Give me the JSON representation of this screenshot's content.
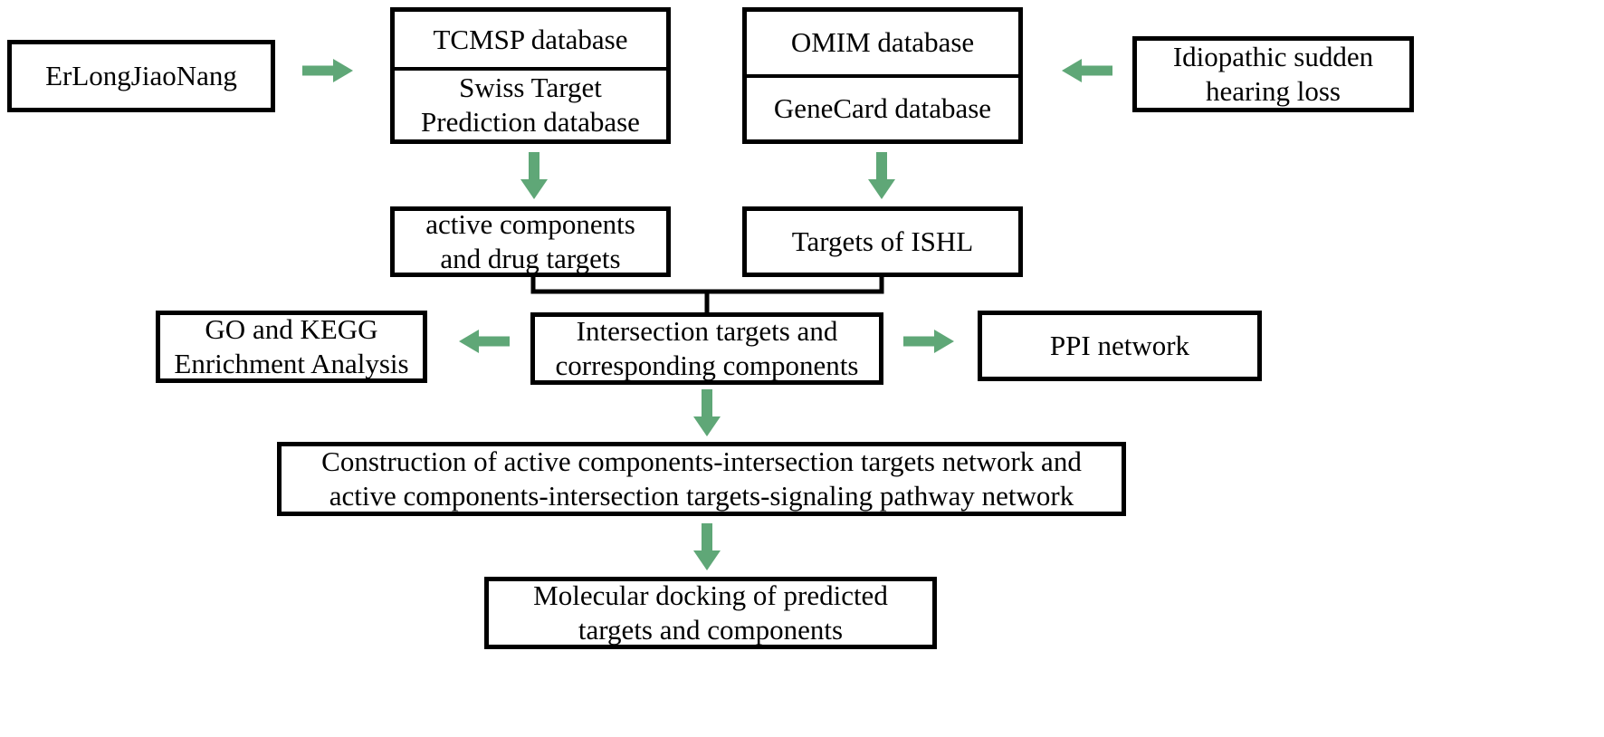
{
  "colors": {
    "arrow": "#5fa777",
    "border": "#000000",
    "background": "#ffffff"
  },
  "nodes": {
    "herb": "ErLongJiaoNang",
    "tcmsp": "TCMSP database",
    "swiss": "Swiss Target\nPrediction database",
    "omim": "OMIM database",
    "genecard": "GeneCard database",
    "disease": "Idiopathic sudden\nhearing loss",
    "active": "active components\nand drug targets",
    "ishl": "Targets of ISHL",
    "intersection": "Intersection targets and\ncorresponding components",
    "go_kegg": "GO and KEGG\nEnrichment Analysis",
    "ppi": "PPI network",
    "construction": "Construction of active components-intersection targets network and\nactive components-intersection targets-signaling pathway network",
    "docking": "Molecular docking of predicted\ntargets and components"
  }
}
